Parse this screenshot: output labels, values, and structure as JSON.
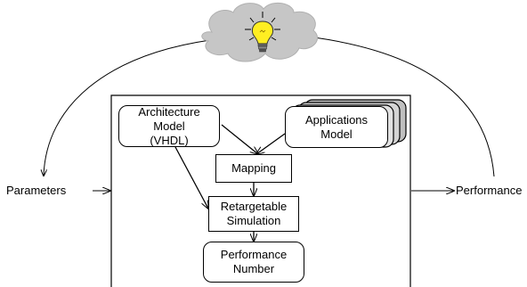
{
  "labels": {
    "parameters": "Parameters",
    "performance": "Performance"
  },
  "boxes": {
    "architecture": "Architecture\nModel\n(VHDL)",
    "applications": "Applications\nModel",
    "mapping": "Mapping",
    "simulation": "Retargetable\nSimulation",
    "performance_number": "Performance\nNumber"
  },
  "icons": {
    "cloud": "cloud-icon",
    "lightbulb": "lightbulb-icon"
  },
  "colors": {
    "cloud_fill": "#c6c6c6",
    "bulb_yellow": "#ffee22",
    "stack_gray": "#bfbfbf"
  }
}
